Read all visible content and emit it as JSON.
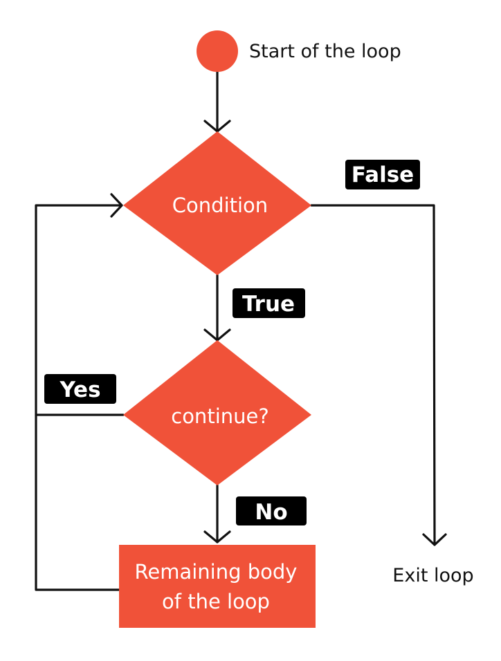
{
  "colors": {
    "node_fill": "#F05239",
    "badge_fill": "#000000",
    "line": "#111111",
    "node_text": "#FFFFFF",
    "plain_text": "#111111",
    "background": "#FFFFFF"
  },
  "nodes": {
    "start_label": "Start of the loop",
    "condition": "Condition",
    "continue_check": "continue?",
    "body_line1": "Remaining body",
    "body_line2": "of the loop",
    "exit_label": "Exit loop"
  },
  "edge_labels": {
    "false": "False",
    "true": "True",
    "yes": "Yes",
    "no": "No"
  }
}
